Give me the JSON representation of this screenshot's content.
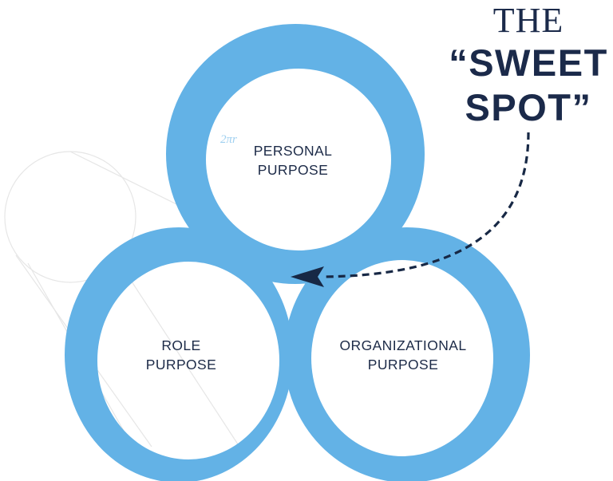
{
  "title": {
    "line1": "THE",
    "line2": "“SWEET",
    "line3": "SPOT”"
  },
  "circles": {
    "personal": {
      "line1": "PERSONAL",
      "line2": "PURPOSE"
    },
    "role": {
      "line1": "ROLE",
      "line2": "PURPOSE"
    },
    "organizational": {
      "line1": "ORGANIZATIONAL",
      "line2": "PURPOSE"
    }
  },
  "formula_text": "2πr",
  "colors": {
    "ring": "#63b2e6",
    "text": "#1d2b48",
    "arrow": "#172845",
    "background": "#ffffff"
  }
}
